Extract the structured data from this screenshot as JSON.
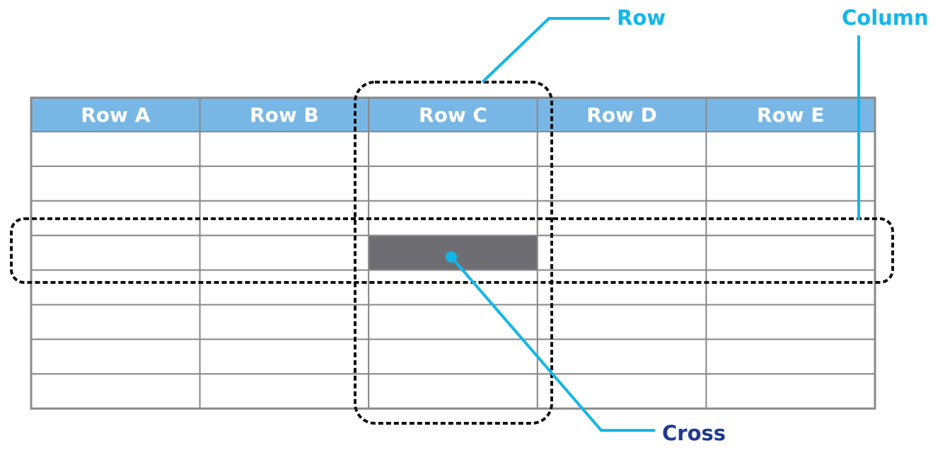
{
  "table": {
    "headers": [
      "Row A",
      "Row B",
      "Row C",
      "Row D",
      "Row E"
    ],
    "body_row_count": 8,
    "highlighted_cell": {
      "row": 3,
      "col": 2
    },
    "colors": {
      "header_fill": "#78b7e5",
      "header_text": "#ffffff",
      "grid": "#8a8a8a",
      "cell_fill": "#ffffff",
      "highlight_fill": "#6e6e72"
    }
  },
  "annotations": {
    "row_label": "Row",
    "column_label": "Column",
    "cross_label": "Cross",
    "colors": {
      "leader_line": "#12b6ea",
      "row_text": "#12b6ea",
      "column_text": "#12b6ea",
      "cross_text": "#1f3a93",
      "dashed_outline": "#111111"
    }
  }
}
